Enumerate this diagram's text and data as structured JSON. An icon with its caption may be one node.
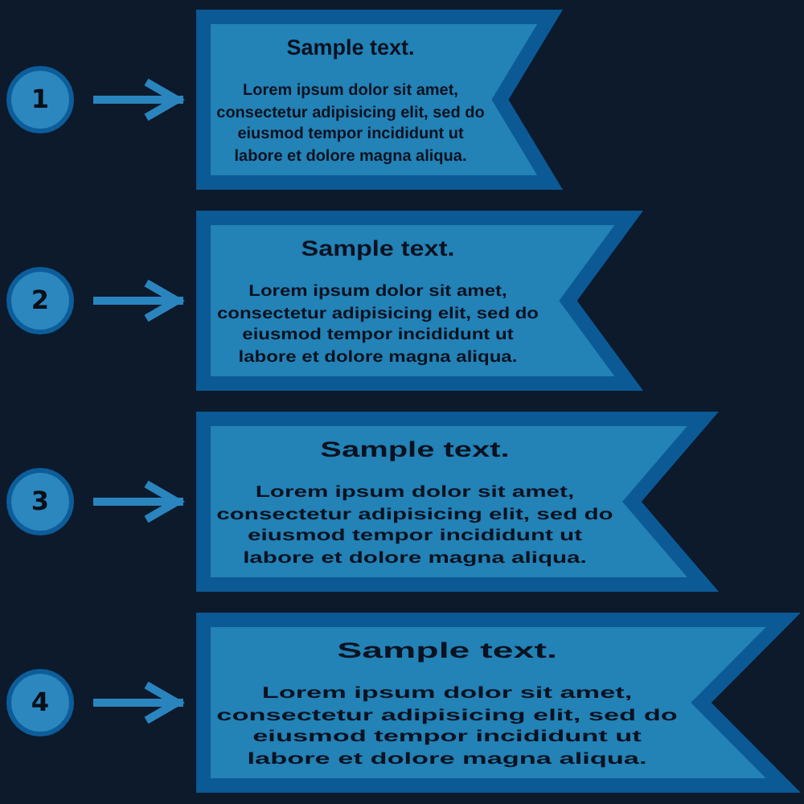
{
  "diagram": {
    "nodes": [
      {
        "text": [
          "1"
        ]
      },
      {
        "text": [
          "Sample text.",
          "Lorem ipsum dolor sit amet, consectetur adipisicing elit, sed do eiusmod tempor incididunt ut labore et dolore magna aliqua."
        ]
      },
      {
        "text": [
          "2"
        ]
      },
      {
        "text": [
          "Sample text.",
          "Lorem ipsum dolor sit amet, consectetur adipisicing elit, sed do eiusmod tempor incididunt ut labore et dolore magna aliqua."
        ]
      },
      {
        "text": [
          "3"
        ]
      },
      {
        "text": [
          "Sample text.",
          "Lorem ipsum dolor sit amet, consectetur adipisicing elit, sed do eiusmod tempor incididunt ut labore et dolore magna aliqua."
        ]
      },
      {
        "text": [
          "4"
        ]
      },
      {
        "text": [
          "Sample text.",
          "Lorem ipsum dolor sit amet, consectetur adipisicing elit, sed do eiusmod tempor incididunt ut labore et dolore magna aliqua."
        ]
      }
    ],
    "edges": [
      {
        "from": 0,
        "to": 1,
        "arrow": "to"
      },
      {
        "from": 2,
        "to": 3,
        "arrow": "to"
      },
      {
        "from": 4,
        "to": 5,
        "arrow": "to"
      },
      {
        "from": 6,
        "to": 7,
        "arrow": "to"
      }
    ]
  }
}
